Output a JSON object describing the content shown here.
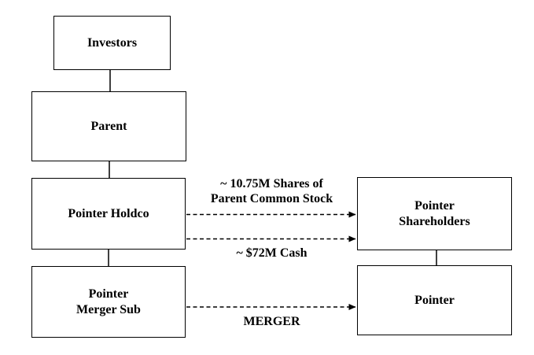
{
  "diagram": {
    "description": "Merger structure flow diagram",
    "boxes": {
      "investors": {
        "label": "Investors"
      },
      "parent": {
        "label": "Parent"
      },
      "pointer_holdco": {
        "label": "Pointer Holdco"
      },
      "pointer_merger_sub": {
        "label": "Pointer\nMerger Sub"
      },
      "pointer_shareholders": {
        "label": "Pointer\nShareholders"
      },
      "pointer": {
        "label": "Pointer"
      }
    },
    "arrows": {
      "shares": {
        "label": "~ 10.75M Shares of\nParent Common Stock",
        "from": "Pointer Holdco",
        "to": "Pointer Shareholders",
        "style": "dashed"
      },
      "cash": {
        "label": "~ $72M Cash",
        "from": "Pointer Holdco",
        "to": "Pointer Shareholders",
        "style": "dashed"
      },
      "merger": {
        "label": "MERGER",
        "from": "Pointer Merger Sub",
        "to": "Pointer",
        "style": "dashed"
      }
    },
    "colors": {
      "line": "#000000",
      "text": "#000000",
      "background": "#ffffff",
      "box_fill": "#ffffff"
    }
  }
}
